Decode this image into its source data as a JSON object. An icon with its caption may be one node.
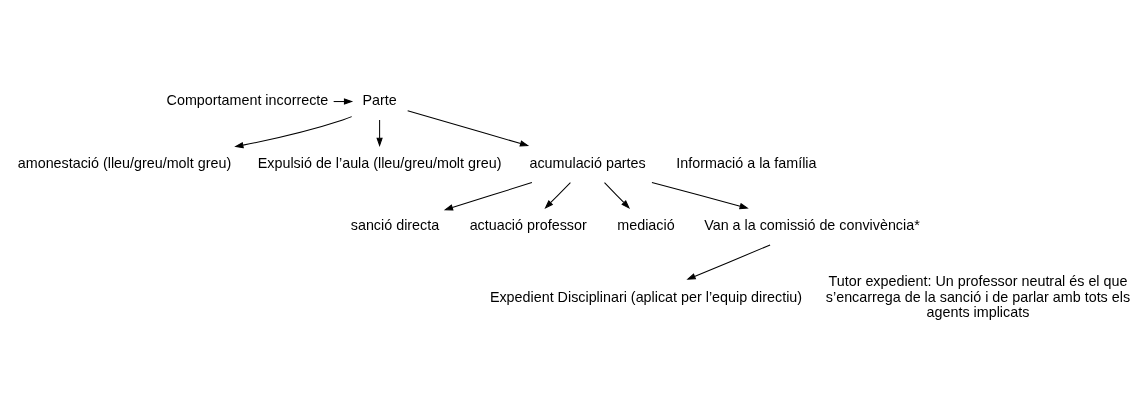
{
  "diagram": {
    "nodes": [
      {
        "text": [
          "Comportament incorrecte"
        ]
      },
      {
        "text": [
          "Parte"
        ]
      },
      {
        "text": [
          "amonestació (lleu/greu/molt greu)"
        ]
      },
      {
        "text": [
          "Expulsió de l’aula (lleu/greu/molt greu)"
        ]
      },
      {
        "text": [
          "acumulació partes"
        ]
      },
      {
        "text": [
          "sanció directa"
        ]
      },
      {
        "text": [
          "actuació professor"
        ]
      },
      {
        "text": [
          "mediació"
        ]
      },
      {
        "text": [
          "Van a la comissió de convivència*"
        ]
      },
      {
        "text": [
          "Expedient Disciplinari (aplicat per l’equip directiu)"
        ]
      }
    ],
    "edges": [
      {
        "from": 0,
        "to": 1,
        "arrow": "to"
      },
      {
        "from": 1,
        "to": 2,
        "arrow": "to"
      },
      {
        "from": 1,
        "to": 3,
        "arrow": "to"
      },
      {
        "from": 1,
        "to": 4,
        "arrow": "to"
      },
      {
        "from": 4,
        "to": 5,
        "arrow": "to"
      },
      {
        "from": 4,
        "to": 6,
        "arrow": "to"
      },
      {
        "from": 4,
        "to": 7,
        "arrow": "to"
      },
      {
        "from": 4,
        "to": 8,
        "arrow": "to"
      },
      {
        "from": 8,
        "to": 9,
        "arrow": "to"
      }
    ],
    "labels": [
      "Informació a la família",
      "Tutor expedient: Un professor neutral és el que s’encarrega de la sanció i de parlar amb tots els agents implicats"
    ]
  }
}
